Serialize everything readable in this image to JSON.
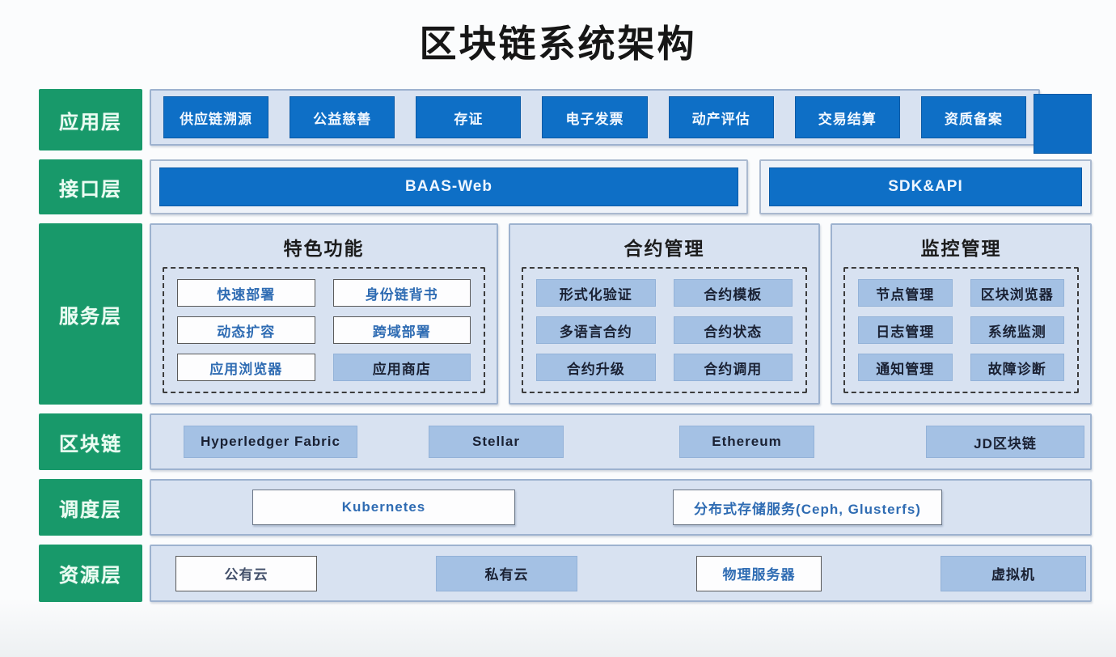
{
  "title": "区块链系统架构",
  "colors": {
    "layer_green": "#18996a",
    "button_dark_blue": "#0e6fc6",
    "panel_light_blue": "#d8e2f1",
    "button_fill_blue": "#a4c1e4",
    "title_black": "#161616"
  },
  "layers": {
    "application": {
      "label": "应用层",
      "buttons": [
        "供应链溯源",
        "公益慈善",
        "存证",
        "电子发票",
        "动产评估",
        "交易结算",
        "资质备案"
      ],
      "extra_button_label": ""
    },
    "interface": {
      "label": "接口层",
      "buttons": [
        "BAAS-Web",
        "SDK&API"
      ]
    },
    "service": {
      "label": "服务层",
      "groups": [
        {
          "title": "特色功能",
          "items": [
            "快速部署",
            "身份链背书",
            "动态扩容",
            "跨域部署",
            "应用浏览器",
            "应用商店"
          ]
        },
        {
          "title": "合约管理",
          "items": [
            "形式化验证",
            "合约模板",
            "多语言合约",
            "合约状态",
            "合约升级",
            "合约调用"
          ]
        },
        {
          "title": "监控管理",
          "items": [
            "节点管理",
            "区块浏览器",
            "日志管理",
            "系统监测",
            "通知管理",
            "故障诊断"
          ]
        }
      ]
    },
    "blockchain": {
      "label": "区块链",
      "buttons": [
        "Hyperledger Fabric",
        "Stellar",
        "Ethereum",
        "JD区块链"
      ]
    },
    "scheduling": {
      "label": "调度层",
      "buttons": [
        "Kubernetes",
        "分布式存储服务(Ceph, Glusterfs)"
      ]
    },
    "resource": {
      "label": "资源层",
      "buttons": [
        "公有云",
        "私有云",
        "物理服务器",
        "虚拟机"
      ]
    }
  }
}
